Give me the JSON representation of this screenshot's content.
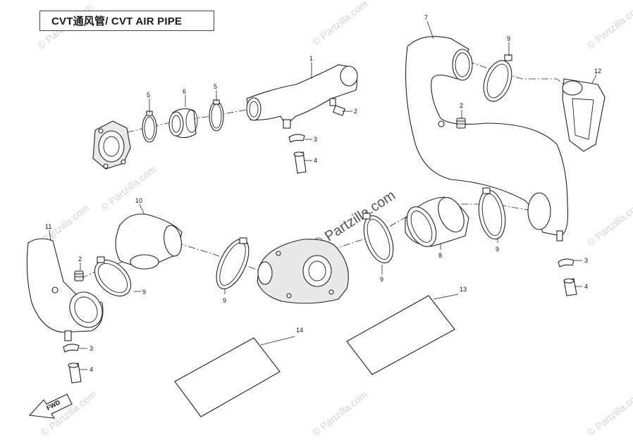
{
  "title": "CVT通风管/ CVT AIR PIPE",
  "watermark": "© Partzilla.com",
  "fwd_label": "FWD",
  "callouts": {
    "c1": "1",
    "c2a": "2",
    "c3a": "3",
    "c4a": "4",
    "c5a": "5",
    "c5b": "5",
    "c6": "6",
    "c7": "7",
    "c9a": "9",
    "c12": "12",
    "c2b": "2",
    "c10": "10",
    "c11": "11",
    "c2c": "2",
    "c9b": "9",
    "c9c": "9",
    "c9d": "9",
    "c8": "8",
    "c9e": "9",
    "c3b": "3",
    "c4b": "4",
    "c3c": "3",
    "c4c": "4",
    "c13": "13",
    "c14": "14"
  }
}
